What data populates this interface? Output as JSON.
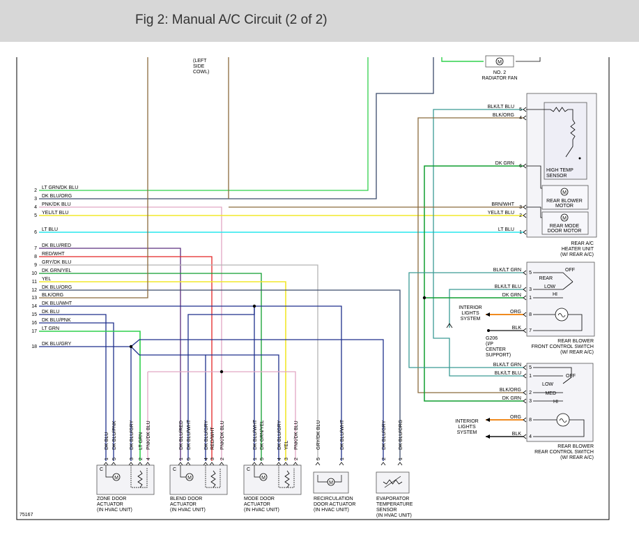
{
  "header": {
    "title": "Fig 2: Manual A/C Circuit (2 of 2)"
  },
  "figure_number": "75167",
  "colors": {
    "lt_grn": "#2fd14b",
    "dk_blu": "#1e2f8c",
    "pnk": "#e2a6c3",
    "yel": "#f2e82a",
    "lt_blu": "#27e7ee",
    "red": "#e32424",
    "gry": "#b4b4b4",
    "blk": "#111111",
    "org": "#f08a1e",
    "brn": "#8a6a3c",
    "dk_grn": "#0f9e2e",
    "teal": "#3a9a95",
    "purple": "#5a2e7e",
    "slate": "#3b4a6b"
  },
  "harness": {
    "pins": [
      "2",
      "3",
      "4",
      "5",
      "6",
      "7",
      "8",
      "9",
      "10",
      "11",
      "12",
      "13",
      "14",
      "15",
      "16",
      "17",
      "18"
    ],
    "wire_labels": [
      "LT GRN/DK BLU",
      "DK BLU/ORG",
      "PNK/DK BLU",
      "YEL/LT BLU",
      "LT BLU",
      "DK BLU/RED",
      "RED/WHT",
      "GRY/DK BLU",
      "DK GRN/YEL",
      "YEL",
      "DK BLU/ORG",
      "BLK/ORG",
      "DK BLU/WHT",
      "DK BLU",
      "DK BLU/PNK",
      "LT GRN",
      "DK BLU/GRY"
    ]
  },
  "top_notes": {
    "left_side_cowl": [
      "(LEFT",
      "SIDE",
      "COWL)"
    ],
    "radiator_fan": [
      "NO. 2",
      "RADIATOR FAN"
    ]
  },
  "rear_heater": {
    "wires": [
      {
        "label": "BLK/LT BLU",
        "pin": "5"
      },
      {
        "label": "BLK/ORG",
        "pin": "4"
      },
      {
        "label": "DK GRN",
        "pin": "6"
      },
      {
        "label": "BRN/WHT",
        "pin": "3"
      },
      {
        "label": "YEL/LT BLU",
        "pin": "2"
      },
      {
        "label": "LT BLU",
        "pin": "1"
      }
    ],
    "high_temp_sensor": [
      "HIGH TEMP",
      "SENSOR"
    ],
    "blower_motor": [
      "REAR BLOWER",
      "MOTOR"
    ],
    "mode_door_motor": [
      "REAR MODE",
      "DOOR MOTOR"
    ],
    "unit_label": [
      "REAR A/C",
      "HEATER UNIT",
      "(W/ REAR A/C)"
    ]
  },
  "front_switch": {
    "wires": [
      {
        "label": "BLK/LT GRN",
        "pin": "5"
      },
      {
        "label": "BLK/LT BLU",
        "pin": "3"
      },
      {
        "label": "DK GRN",
        "pin": "1"
      },
      {
        "label": "ORG",
        "pin": "8"
      },
      {
        "label": "BLK",
        "pin": "7"
      }
    ],
    "positions": [
      "OFF",
      "REAR",
      "LOW",
      "HI"
    ],
    "interior_lights": [
      "INTERIOR",
      "LIGHTS",
      "SYSTEM"
    ],
    "ground": [
      "G206",
      "(I/P",
      "CENTER",
      "SUPPORT)"
    ],
    "unit_label": [
      "REAR BLOWER",
      "FRONT CONTROL SWITCH",
      "(W/ REAR A/C)"
    ]
  },
  "rear_switch": {
    "wires": [
      {
        "label": "BLK/LT GRN",
        "pin": "5"
      },
      {
        "label": "BLK/LT BLU",
        "pin": "1"
      },
      {
        "label": "BLK/ORG",
        "pin": "2"
      },
      {
        "label": "DK GRN",
        "pin": "3"
      },
      {
        "label": "ORG",
        "pin": "8"
      },
      {
        "label": "BLK",
        "pin": "4"
      }
    ],
    "positions": [
      "OFF",
      "LOW",
      "MED",
      "HI"
    ],
    "interior_lights": [
      "INTERIOR",
      "LIGHTS",
      "SYSTEM"
    ],
    "unit_label": [
      "REAR BLOWER",
      "REAR CONTROL SWITCH",
      "(W/ REAR A/C)"
    ]
  },
  "actuators": [
    {
      "pins": [
        "1",
        "5",
        "3",
        "2",
        "4"
      ],
      "wires": [
        "DK BLU",
        "DK BLU/PNK",
        "DK BLU/GRY",
        "LT GRN",
        "PNK/DK BLU"
      ],
      "label": [
        "ZONE DOOR",
        "ACTUATOR",
        "(IN HVAC UNIT)"
      ]
    },
    {
      "pins": [
        "1",
        "5",
        "4",
        "3",
        "2"
      ],
      "wires": [
        "DK BLU/RED",
        "DK BLU/WHT",
        "DK BLU/GRY",
        "RED/WHT",
        "PNK/DK BLU"
      ],
      "label": [
        "BLEND DOOR",
        "ACTUATOR",
        "(IN HVAC UNIT)"
      ]
    },
    {
      "pins": [
        "1",
        "5",
        "4",
        "3",
        "2"
      ],
      "wires": [
        "DK BLU/WHT",
        "DK GRN/YEL",
        "DK BLU/GRY",
        "YEL",
        "PNK/DK BLU"
      ],
      "label": [
        "MODE DOOR",
        "ACTUATOR",
        "(IN HVAC UNIT)"
      ]
    },
    {
      "pins": [
        "5",
        "1"
      ],
      "wires": [
        "GRY/DK BLU",
        "DK BLU/WHT"
      ],
      "label": [
        "RECIRCULATION",
        "DOOR ACTUATOR",
        "(IN HVAC UNIT)"
      ]
    },
    {
      "pins": [
        "2",
        "1"
      ],
      "wires": [
        "DK BLU/GRY",
        "DK BLU/ORG"
      ],
      "label": [
        "EVAPORATOR",
        "TEMPERATURE",
        "SENSOR",
        "(IN HVAC UNIT)"
      ]
    }
  ]
}
